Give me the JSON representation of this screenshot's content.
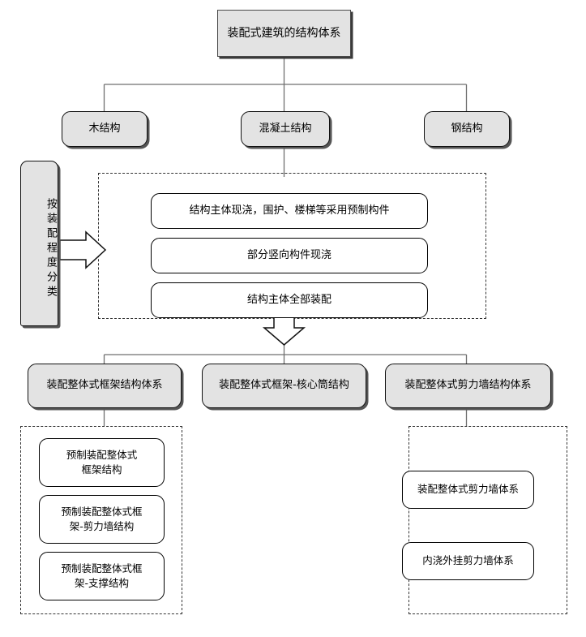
{
  "diagram": {
    "title_node": {
      "label": "装配式建筑的结构体系"
    },
    "material_level": [
      {
        "label": "木结构"
      },
      {
        "label": "混凝土结构"
      },
      {
        "label": "钢结构"
      }
    ],
    "side_label": {
      "label": "按装配程度分类"
    },
    "assembly_degree_group": {
      "items": [
        {
          "label": "结构主体现浇，围护、楼梯等采用预制构件"
        },
        {
          "label": "部分竖向构件现浇"
        },
        {
          "label": "结构主体全部装配"
        }
      ]
    },
    "system_level": [
      {
        "label": "装配整体式框架结构体系"
      },
      {
        "label": "装配整体式框架-核心筒结构"
      },
      {
        "label": "装配整体式剪力墙结构体系"
      }
    ],
    "frame_subgroup": {
      "items": [
        {
          "line1": "预制装配整体式",
          "line2": "框架结构"
        },
        {
          "line1": "预制装配整体式框",
          "line2": "架-剪力墙结构"
        },
        {
          "line1": "预制装配整体式框",
          "line2": "架-支撑结构"
        }
      ]
    },
    "shearwall_subgroup": {
      "items": [
        {
          "label": "装配整体式剪力墙体系"
        },
        {
          "label": "内浇外挂剪力墙体系"
        }
      ]
    },
    "colors": {
      "box_fill_gray": "#e3e3e3",
      "box_fill_white": "#ffffff",
      "border": "#111111",
      "line": "#666666",
      "dashed": "#333333"
    }
  }
}
